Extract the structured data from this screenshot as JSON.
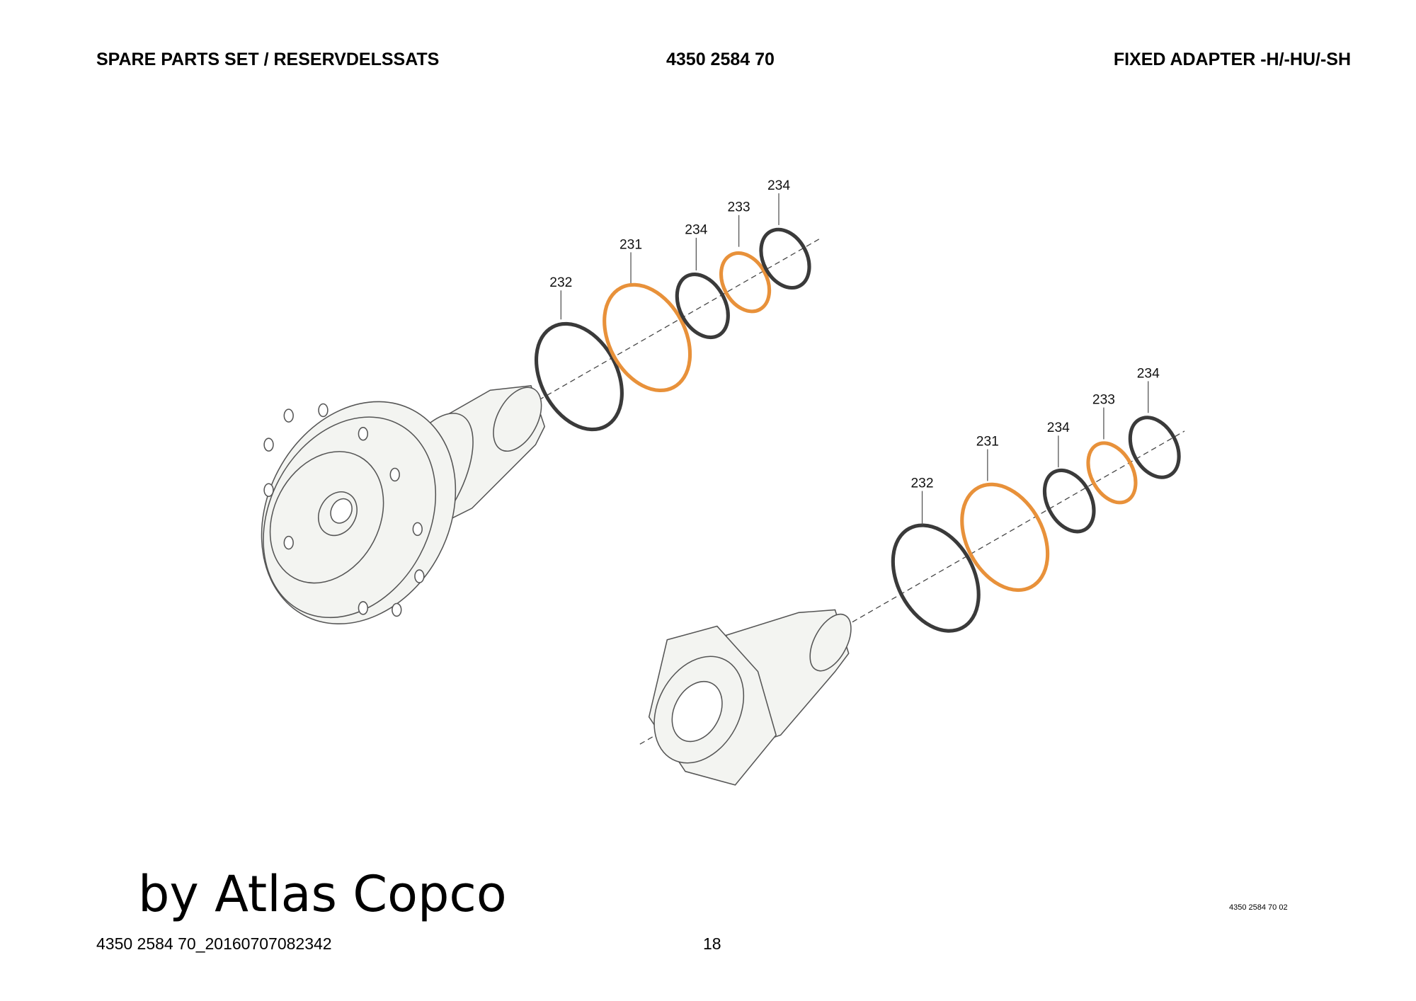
{
  "header": {
    "title": "SPARE PARTS SET / RESERVDELSSATS",
    "part_number": "4350 2584 70",
    "product": "FIXED ADAPTER -H/-HU/-SH"
  },
  "drawing": {
    "upper_callouts": [
      "232",
      "231",
      "234",
      "233",
      "234"
    ],
    "lower_callouts": [
      "232",
      "231",
      "234",
      "233",
      "234"
    ],
    "drawing_ref": "4350 2584 70 02",
    "colors": {
      "orange_ring": "#e8913a",
      "dark_ring": "#3a3a3a",
      "part_fill": "#f3f4f1",
      "outline": "#555555"
    }
  },
  "footer": {
    "brand": "by Atlas Copco",
    "document_id": "4350 2584 70_20160707082342",
    "page_number": "18"
  }
}
